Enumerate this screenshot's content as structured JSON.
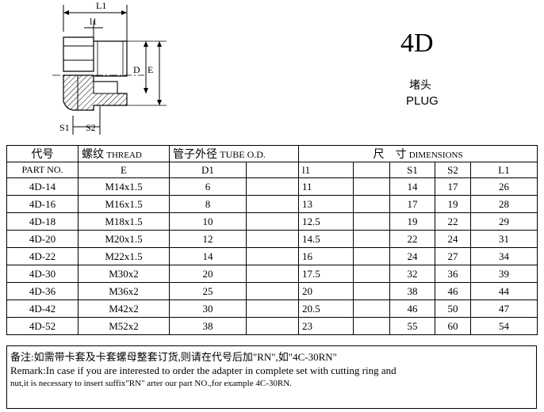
{
  "drawing": {
    "labels": {
      "L1": "L1",
      "l1": "l1",
      "D": "D",
      "E": "E",
      "S1": "S1",
      "S2": "S2"
    }
  },
  "product": {
    "code": "4D",
    "name_cn": "堵头",
    "name_en": "PLUG"
  },
  "table": {
    "headers": {
      "part_no_cn": "代号",
      "part_no_en": "PART NO.",
      "thread_cn": "螺纹",
      "thread_en": "THREAD",
      "thread_sub": "E",
      "tube_cn": "管子外径",
      "tube_en": "TUBE O.D.",
      "tube_sub": "D1",
      "dim_cn": "尺　寸",
      "dim_en": "DIMENSIONS",
      "l1": "l1",
      "s1": "S1",
      "s2": "S2",
      "L1": "L1"
    },
    "rows": [
      {
        "part": "4D-14",
        "e": "M14x1.5",
        "d1": "6",
        "l1": "11",
        "s1": "14",
        "s2": "17",
        "L1": "26"
      },
      {
        "part": "4D-16",
        "e": "M16x1.5",
        "d1": "8",
        "l1": "13",
        "s1": "17",
        "s2": "19",
        "L1": "28"
      },
      {
        "part": "4D-18",
        "e": "M18x1.5",
        "d1": "10",
        "l1": "12.5",
        "s1": "19",
        "s2": "22",
        "L1": "29"
      },
      {
        "part": "4D-20",
        "e": "M20x1.5",
        "d1": "12",
        "l1": "14.5",
        "s1": "22",
        "s2": "24",
        "L1": "31"
      },
      {
        "part": "4D-22",
        "e": "M22x1.5",
        "d1": "14",
        "l1": "16",
        "s1": "24",
        "s2": "27",
        "L1": "34"
      },
      {
        "part": "4D-30",
        "e": "M30x2",
        "d1": "20",
        "l1": "17.5",
        "s1": "32",
        "s2": "36",
        "L1": "39"
      },
      {
        "part": "4D-36",
        "e": "M36x2",
        "d1": "25",
        "l1": "20",
        "s1": "38",
        "s2": "46",
        "L1": "44"
      },
      {
        "part": "4D-42",
        "e": "M42x2",
        "d1": "30",
        "l1": "20.5",
        "s1": "46",
        "s2": "50",
        "L1": "47"
      },
      {
        "part": "4D-52",
        "e": "M52x2",
        "d1": "38",
        "l1": "23",
        "s1": "55",
        "s2": "60",
        "L1": "54"
      }
    ]
  },
  "remarks": {
    "cn": "备注:如需带卡套及卡套螺母整套订货,则请在代号后加\"RN\",如\"4C-30RN\"",
    "en1": "Remark:In case if you are interested to order the adapter in complete set with cutting ring and",
    "en2": "nut,it is necessary to insert suffix\"RN\" arter our part NO.,for example 4C-30RN."
  }
}
